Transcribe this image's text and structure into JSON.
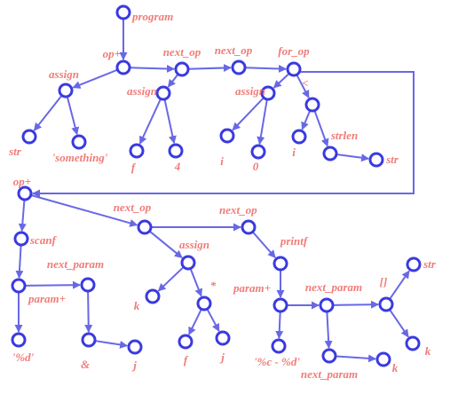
{
  "colors": {
    "node": "#3a3ae0",
    "edge": "#6868e6",
    "label": "#f07c78"
  },
  "nodes": [
    {
      "id": "program",
      "label": "program"
    },
    {
      "id": "op1",
      "label": "op+"
    },
    {
      "id": "assign1",
      "label": "assign"
    },
    {
      "id": "str1",
      "label": "str"
    },
    {
      "id": "something",
      "label": "'something'"
    },
    {
      "id": "next_op1",
      "label": "next_op"
    },
    {
      "id": "assign2",
      "label": "assign"
    },
    {
      "id": "f1",
      "label": "f"
    },
    {
      "id": "four",
      "label": "4"
    },
    {
      "id": "next_op2",
      "label": "next_op"
    },
    {
      "id": "for_op",
      "label": "for_op"
    },
    {
      "id": "assign3",
      "label": "assign"
    },
    {
      "id": "i1",
      "label": "i"
    },
    {
      "id": "zero",
      "label": "0"
    },
    {
      "id": "lt",
      "label": "<"
    },
    {
      "id": "i2",
      "label": "i"
    },
    {
      "id": "strlen",
      "label": "strlen"
    },
    {
      "id": "str2",
      "label": "str"
    },
    {
      "id": "op2",
      "label": "op+"
    },
    {
      "id": "scanf",
      "label": "scanf"
    },
    {
      "id": "param1",
      "label": "param+"
    },
    {
      "id": "fmt_d",
      "label": "'%d'"
    },
    {
      "id": "next_param1",
      "label": "next_param"
    },
    {
      "id": "amp",
      "label": "&"
    },
    {
      "id": "j1",
      "label": "j"
    },
    {
      "id": "next_op3",
      "label": "next_op"
    },
    {
      "id": "assign4",
      "label": "assign"
    },
    {
      "id": "k1",
      "label": "k"
    },
    {
      "id": "mul",
      "label": "*"
    },
    {
      "id": "f2",
      "label": "f"
    },
    {
      "id": "j2",
      "label": "j"
    },
    {
      "id": "next_op4",
      "label": "next_op"
    },
    {
      "id": "printf",
      "label": "printf"
    },
    {
      "id": "param2",
      "label": "param+"
    },
    {
      "id": "fmt_cd",
      "label": "'%c - %d'"
    },
    {
      "id": "next_param2",
      "label": "next_param"
    },
    {
      "id": "next_param3",
      "label": "next_param"
    },
    {
      "id": "k2",
      "label": "k"
    },
    {
      "id": "brackets",
      "label": "[]"
    },
    {
      "id": "str3",
      "label": "str"
    },
    {
      "id": "k3",
      "label": "k"
    }
  ],
  "edges": [
    [
      "program",
      "op1"
    ],
    [
      "op1",
      "assign1"
    ],
    [
      "assign1",
      "str1"
    ],
    [
      "assign1",
      "something"
    ],
    [
      "op1",
      "next_op1"
    ],
    [
      "next_op1",
      "assign2"
    ],
    [
      "assign2",
      "f1"
    ],
    [
      "assign2",
      "four"
    ],
    [
      "next_op1",
      "next_op2"
    ],
    [
      "next_op2",
      "for_op"
    ],
    [
      "for_op",
      "assign3"
    ],
    [
      "assign3",
      "i1"
    ],
    [
      "assign3",
      "zero"
    ],
    [
      "for_op",
      "lt"
    ],
    [
      "lt",
      "i2"
    ],
    [
      "lt",
      "strlen"
    ],
    [
      "strlen",
      "str2"
    ],
    [
      "for_op",
      "op2"
    ],
    [
      "op2",
      "scanf"
    ],
    [
      "scanf",
      "param1"
    ],
    [
      "param1",
      "fmt_d"
    ],
    [
      "param1",
      "next_param1"
    ],
    [
      "next_param1",
      "amp"
    ],
    [
      "amp",
      "j1"
    ],
    [
      "op2",
      "next_op3"
    ],
    [
      "next_op3",
      "assign4"
    ],
    [
      "assign4",
      "k1"
    ],
    [
      "assign4",
      "mul"
    ],
    [
      "mul",
      "f2"
    ],
    [
      "mul",
      "j2"
    ],
    [
      "next_op3",
      "next_op4"
    ],
    [
      "next_op4",
      "printf"
    ],
    [
      "printf",
      "param2"
    ],
    [
      "param2",
      "fmt_cd"
    ],
    [
      "param2",
      "next_param2"
    ],
    [
      "next_param2",
      "next_param3"
    ],
    [
      "next_param3",
      "k2"
    ],
    [
      "next_param2",
      "brackets"
    ],
    [
      "brackets",
      "str3"
    ],
    [
      "brackets",
      "k3"
    ]
  ]
}
